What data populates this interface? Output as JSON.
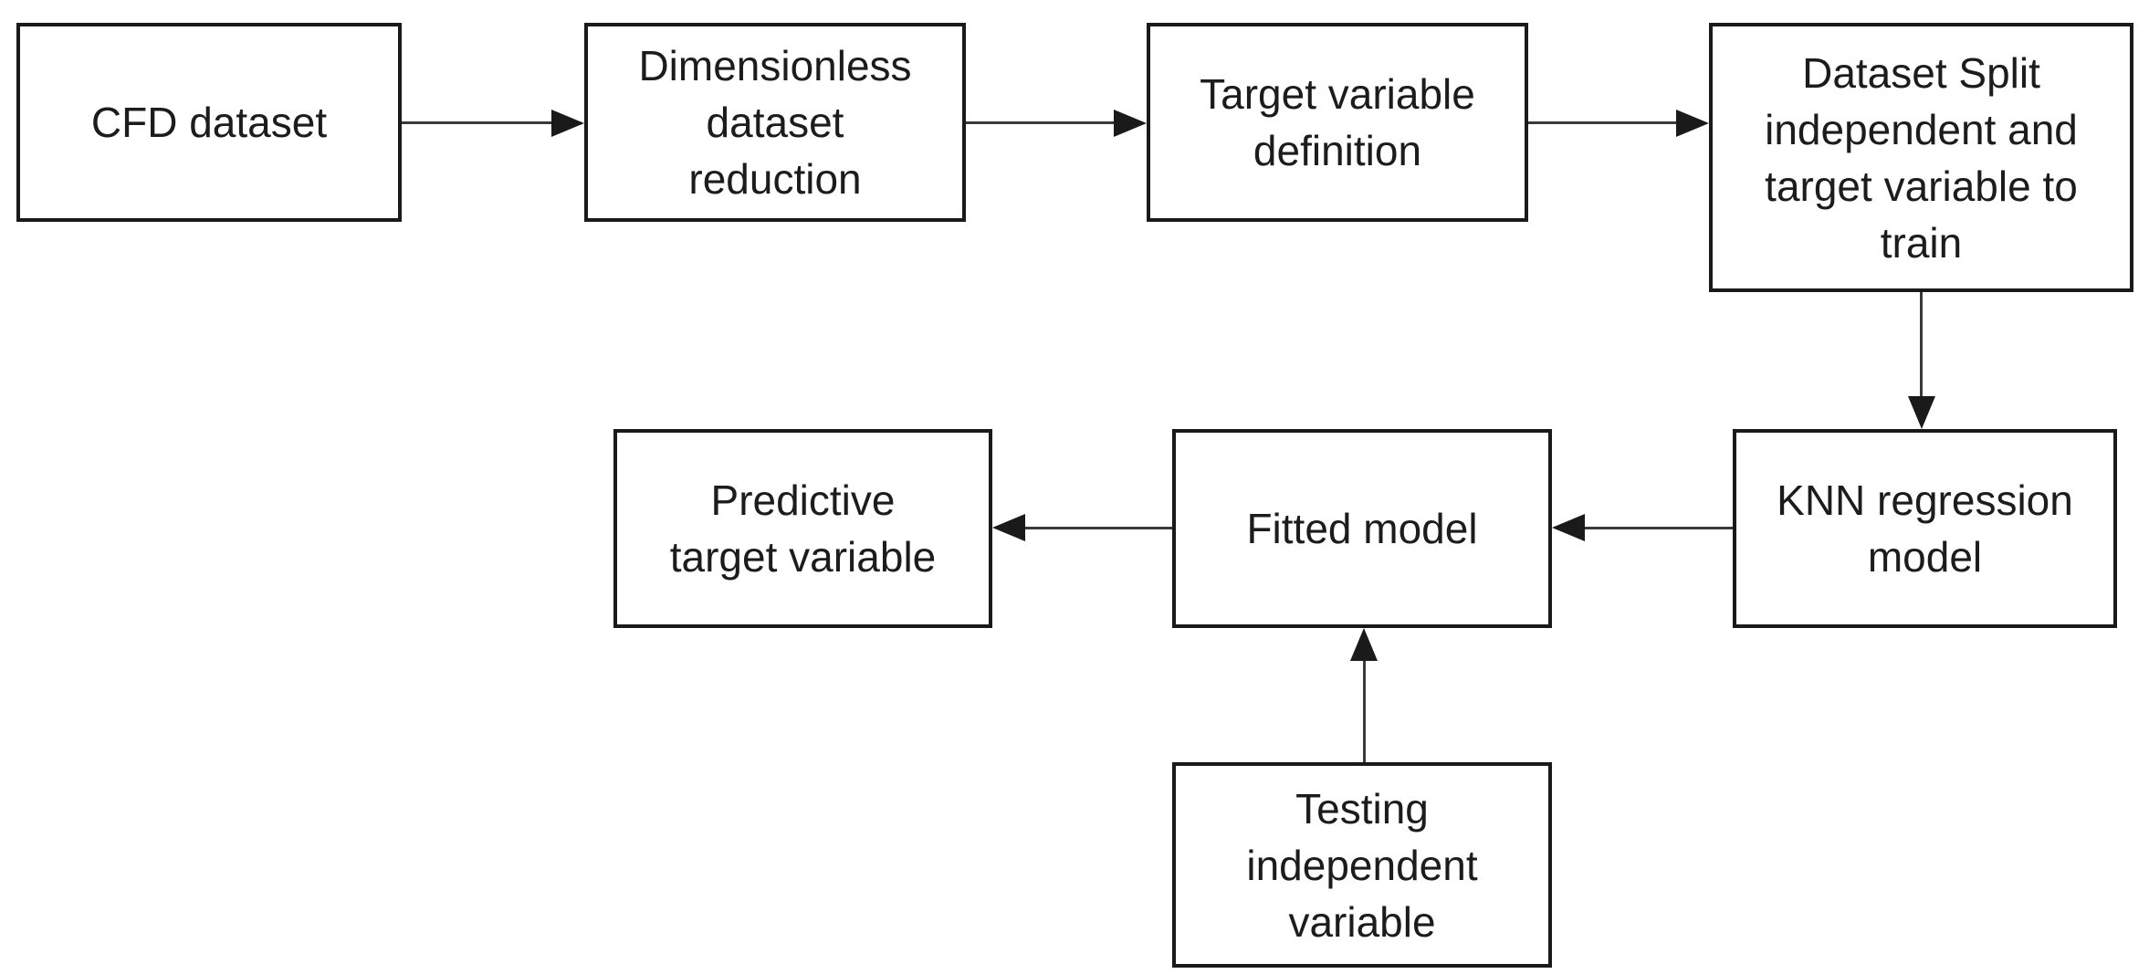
{
  "diagram": {
    "type": "flowchart",
    "background_color": "#ffffff",
    "box_border_color": "#1a1a1a",
    "arrow_color": "#1a1a1a",
    "text_color": "#1c1c1c"
  },
  "nodes": [
    {
      "id": "cfd-dataset",
      "label": "CFD dataset"
    },
    {
      "id": "dimensionless-dataset-reduction",
      "label": "Dimensionless\ndataset\nreduction"
    },
    {
      "id": "target-variable-definition",
      "label": "Target variable\ndefinition"
    },
    {
      "id": "dataset-split",
      "label": "Dataset Split\nindependent and\ntarget variable to\ntrain"
    },
    {
      "id": "knn-regression-model",
      "label": "KNN regression\nmodel"
    },
    {
      "id": "fitted-model",
      "label": "Fitted model"
    },
    {
      "id": "predictive-target-variable",
      "label": "Predictive\ntarget variable"
    },
    {
      "id": "testing-independent-variable",
      "label": "Testing\nindependent\nvariable"
    }
  ],
  "edges": [
    {
      "from": "cfd-dataset",
      "to": "dimensionless-dataset-reduction",
      "direction": "right"
    },
    {
      "from": "dimensionless-dataset-reduction",
      "to": "target-variable-definition",
      "direction": "right"
    },
    {
      "from": "target-variable-definition",
      "to": "dataset-split",
      "direction": "right"
    },
    {
      "from": "dataset-split",
      "to": "knn-regression-model",
      "direction": "down"
    },
    {
      "from": "knn-regression-model",
      "to": "fitted-model",
      "direction": "left"
    },
    {
      "from": "fitted-model",
      "to": "predictive-target-variable",
      "direction": "left"
    },
    {
      "from": "testing-independent-variable",
      "to": "fitted-model",
      "direction": "up"
    }
  ]
}
